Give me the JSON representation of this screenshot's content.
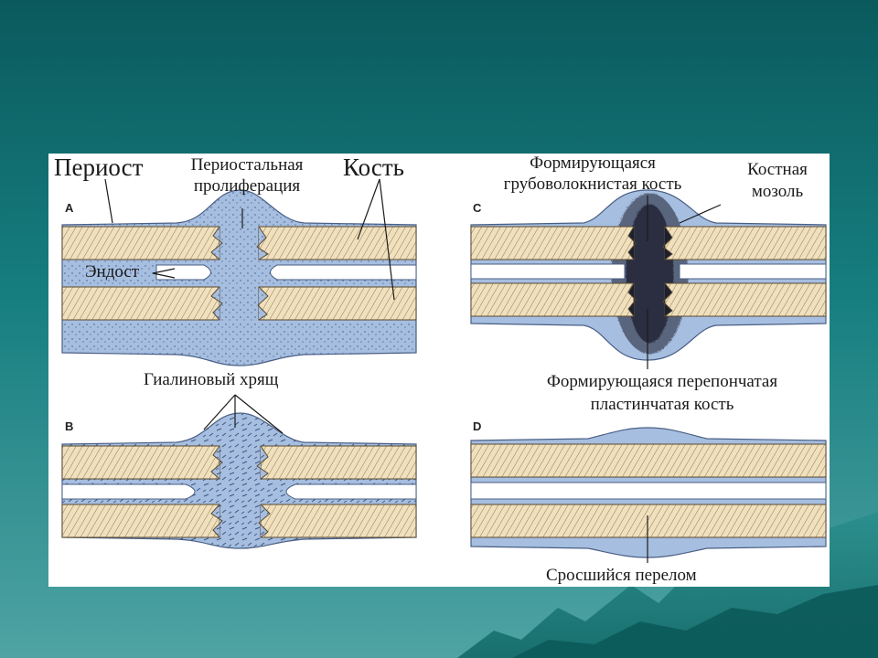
{
  "colors": {
    "background_top": "#0a5a5d",
    "background_bottom": "#4fa3a3",
    "bone_fill": "#f0e0bd",
    "tissue_fill": "#a6bedf",
    "tissue_edge": "#4a5f85",
    "callus": "#1c1f2e"
  },
  "panels": {
    "a": {
      "letter": "A",
      "periosteum": "Периост",
      "proliferation": "Периостальная\nпролиферация",
      "bone": "Кость",
      "endosteum": "Эндост"
    },
    "b": {
      "letter": "B",
      "cartilage": "Гиалиновый хрящ"
    },
    "c": {
      "letter": "C",
      "woven_bone": "Формирующаяся\nгрубоволокнистая кость",
      "callus": "Костная\nмозоль",
      "lamellar_bone": "Формирующаяся перепончатая\nпластинчатая  кость"
    },
    "d": {
      "letter": "D",
      "healed": "Сросшийся перелом"
    }
  }
}
